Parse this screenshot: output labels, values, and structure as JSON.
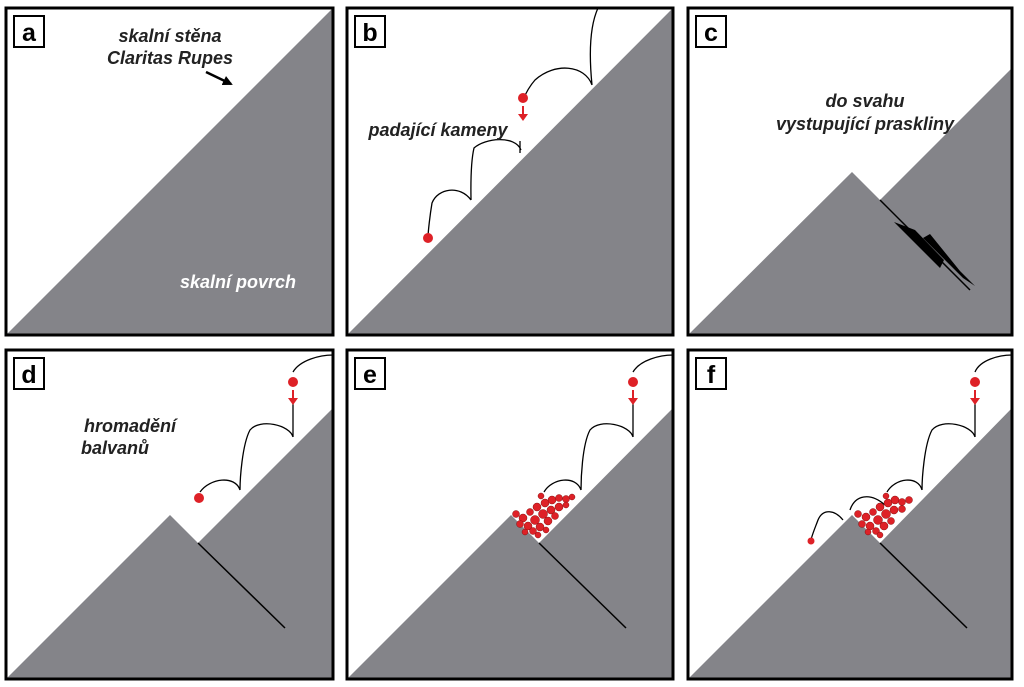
{
  "colors": {
    "rock": "#848489",
    "boulder": "#de2127",
    "frame": "#000000",
    "label_dark": "#222222",
    "label_light": "#ffffff"
  },
  "panels": {
    "a": {
      "letter": "a",
      "label_wall": [
        "skalní stěna",
        "Claritas Rupes"
      ],
      "label_surface": "skalní povrch"
    },
    "b": {
      "letter": "b",
      "label_rocks": "padající kameny"
    },
    "c": {
      "letter": "c",
      "label_fault": [
        "do svahu",
        "vystupující praskliny"
      ]
    },
    "d": {
      "letter": "d",
      "label_boulders": [
        "hromadění",
        "balvanů"
      ]
    },
    "e": {
      "letter": "e"
    },
    "f": {
      "letter": "f"
    }
  },
  "icons": [
    "arrow-icon",
    "fault-arrows-icon",
    "boulder-icon",
    "fall-arrow-icon"
  ]
}
